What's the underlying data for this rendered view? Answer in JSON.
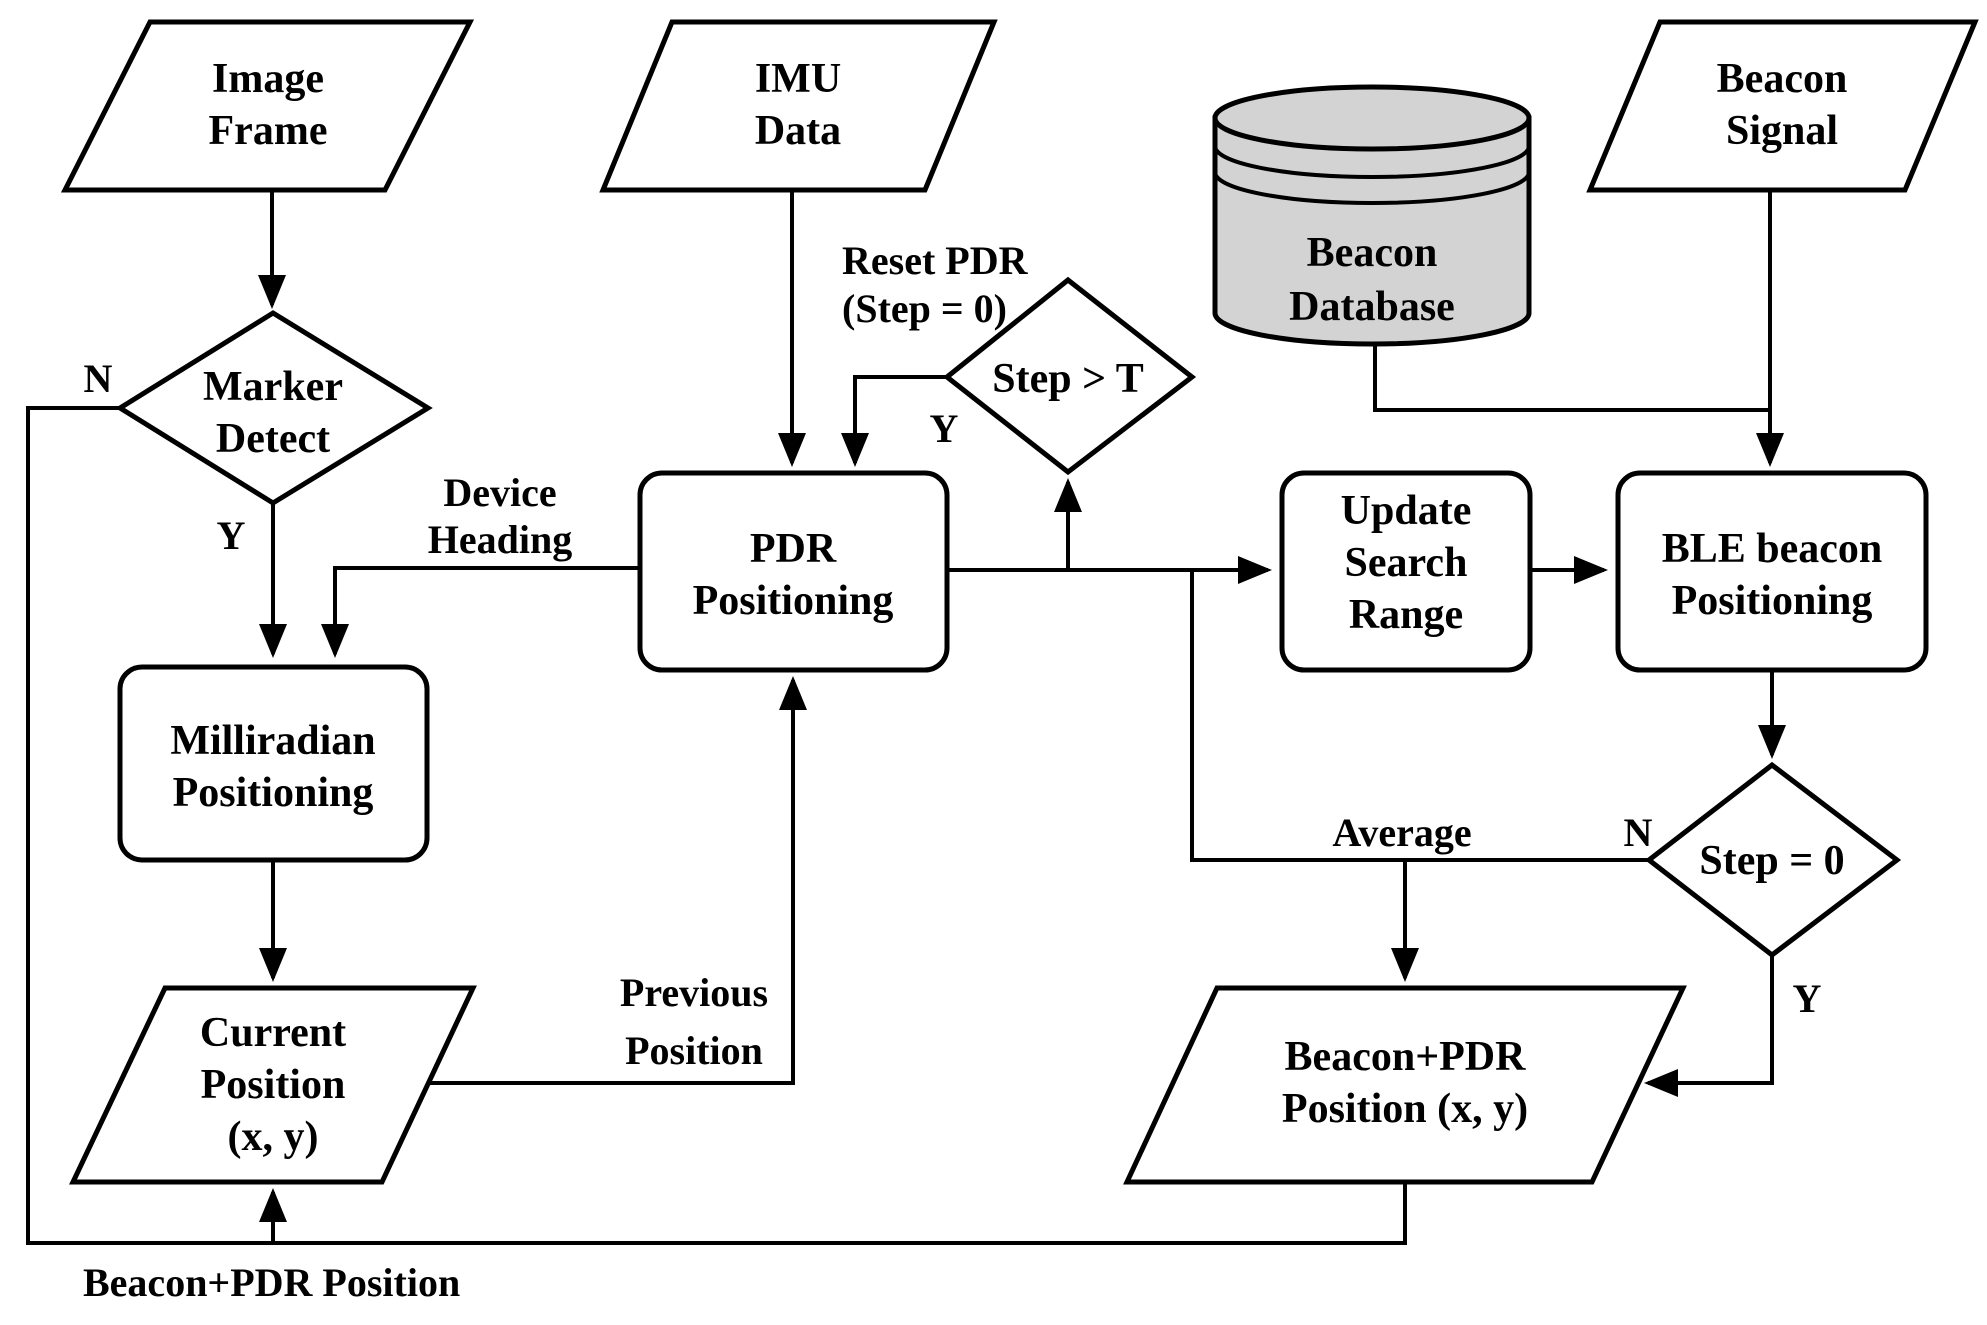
{
  "diagram": {
    "colors": {
      "background": "#ffffff",
      "line": "#000000",
      "database_fill": "#d3d3d3"
    },
    "nodes": {
      "image_frame": {
        "type": "data-parallelogram",
        "lines": [
          "Image",
          "Frame"
        ]
      },
      "imu_data": {
        "type": "data-parallelogram",
        "lines": [
          "IMU",
          "Data"
        ]
      },
      "beacon_database": {
        "type": "database-cylinder",
        "lines": [
          "Beacon",
          "Database"
        ]
      },
      "beacon_signal": {
        "type": "data-parallelogram",
        "lines": [
          "Beacon",
          "Signal"
        ]
      },
      "marker_detect": {
        "type": "decision-diamond",
        "lines": [
          "Marker",
          "Detect"
        ]
      },
      "step_gt_t": {
        "type": "decision-diamond",
        "label": "Step > T"
      },
      "pdr_positioning": {
        "type": "process-box",
        "lines": [
          "PDR",
          "Positioning"
        ]
      },
      "update_search_range": {
        "type": "process-box",
        "lines": [
          "Update",
          "Search",
          "Range"
        ]
      },
      "ble_beacon_positioning": {
        "type": "process-box",
        "lines": [
          "BLE beacon",
          "Positioning"
        ]
      },
      "milliradian_positioning": {
        "type": "process-box",
        "lines": [
          "Milliradian",
          "Positioning"
        ]
      },
      "step_eq_0": {
        "type": "decision-diamond",
        "label": "Step = 0"
      },
      "current_position": {
        "type": "data-parallelogram",
        "lines": [
          "Current",
          "Position",
          "(x, y)"
        ]
      },
      "beacon_pdr_position": {
        "type": "data-parallelogram",
        "lines": [
          "Beacon+PDR",
          "Position (x, y)"
        ]
      }
    },
    "edge_labels": {
      "marker_detect_no": "N",
      "marker_detect_yes": "Y",
      "reset_pdr": {
        "lines": [
          "Reset PDR",
          "(Step = 0)"
        ]
      },
      "step_gt_t_yes": "Y",
      "device_heading": {
        "lines": [
          "Device",
          "Heading"
        ]
      },
      "previous_position": {
        "lines": [
          "Previous",
          "Position"
        ]
      },
      "average": "Average",
      "step_eq_0_no": "N",
      "step_eq_0_yes": "Y",
      "beacon_pdr_feedback": "Beacon+PDR Position"
    }
  }
}
